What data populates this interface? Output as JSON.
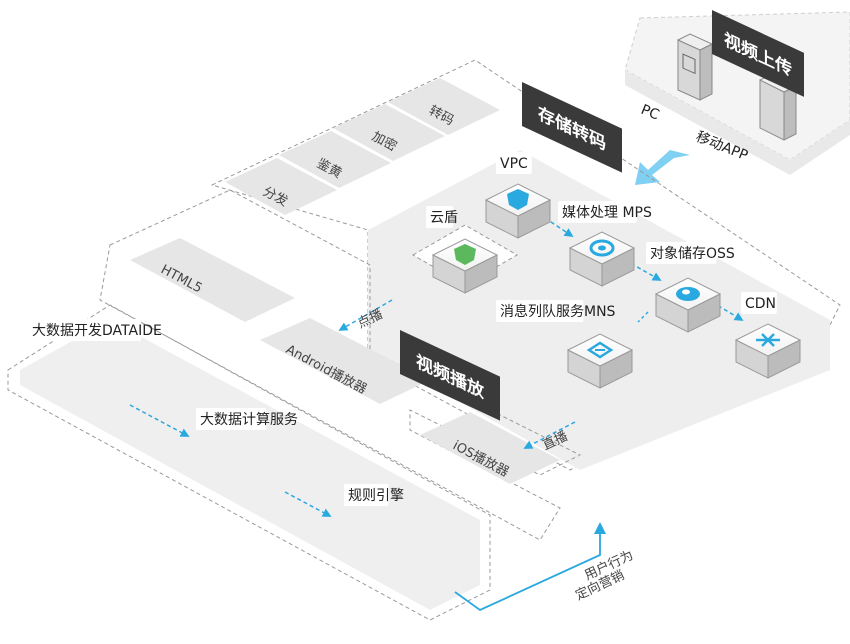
{
  "upload": {
    "banner": "视频上传",
    "pc_label": "PC",
    "mobile_label": "移动APP"
  },
  "storage": {
    "banner": "存储转码",
    "functions": [
      "转码",
      "加密",
      "鉴黄",
      "分发"
    ],
    "services": {
      "vpc": "VPC",
      "yundun": "云盾",
      "mps": "媒体处理 MPS",
      "oss": "对象储存OSS",
      "mns": "消息列队服务MNS",
      "cdn": "CDN"
    }
  },
  "playback": {
    "banner": "视频播放",
    "players": [
      "HTML5",
      "Android播放器",
      "iOS播放器"
    ],
    "vod_label": "点播",
    "live_label": "直播"
  },
  "bigdata": {
    "dataide": "大数据开发DATAIDE",
    "compute": "大数据计算服务",
    "rules": "规则引擎",
    "loop_line1": "用户行为",
    "loop_line2": "定向营销"
  },
  "colors": {
    "accent": "#2aa8e0",
    "banner": "#3a3a3a",
    "green_shield": "#5cb85c",
    "purple_icon": "#5a4fcf",
    "tile_bg": "#ececec",
    "dash": "#9a9a9a"
  }
}
